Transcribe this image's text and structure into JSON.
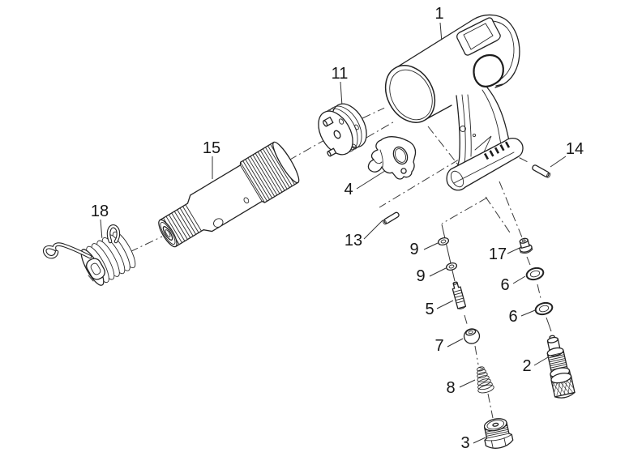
{
  "diagram": {
    "type": "exploded-parts-diagram",
    "subject": "pneumatic-hammer-tool",
    "background_color": "#ffffff",
    "line_color": "#222222",
    "callouts": [
      {
        "id": "1",
        "text": "1"
      },
      {
        "id": "11",
        "text": "11"
      },
      {
        "id": "15",
        "text": "15"
      },
      {
        "id": "18",
        "text": "18"
      },
      {
        "id": "4",
        "text": "4"
      },
      {
        "id": "13",
        "text": "13"
      },
      {
        "id": "14",
        "text": "14"
      },
      {
        "id": "9a",
        "text": "9"
      },
      {
        "id": "9b",
        "text": "9"
      },
      {
        "id": "5",
        "text": "5"
      },
      {
        "id": "7",
        "text": "7"
      },
      {
        "id": "8",
        "text": "8"
      },
      {
        "id": "3",
        "text": "3"
      },
      {
        "id": "17",
        "text": "17"
      },
      {
        "id": "6a",
        "text": "6"
      },
      {
        "id": "6b",
        "text": "6"
      },
      {
        "id": "2",
        "text": "2"
      }
    ]
  }
}
